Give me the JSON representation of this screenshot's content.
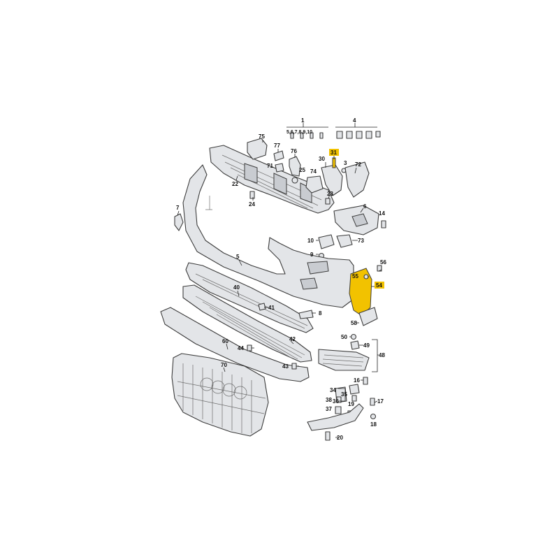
{
  "callouts": [
    {
      "id": "c1",
      "text": "1",
      "highlight": false
    },
    {
      "id": "c1sub",
      "text": "5,6,7,8,9,10",
      "highlight": false
    },
    {
      "id": "c4",
      "text": "4",
      "highlight": false
    },
    {
      "id": "c75",
      "text": "75",
      "highlight": false
    },
    {
      "id": "c77",
      "text": "77",
      "highlight": false
    },
    {
      "id": "c76",
      "text": "76",
      "highlight": false
    },
    {
      "id": "c31",
      "text": "31",
      "highlight": true
    },
    {
      "id": "c30",
      "text": "30",
      "highlight": false
    },
    {
      "id": "c3",
      "text": "3",
      "highlight": false
    },
    {
      "id": "c72",
      "text": "72",
      "highlight": false
    },
    {
      "id": "c71",
      "text": "71",
      "highlight": false
    },
    {
      "id": "c25",
      "text": "25",
      "highlight": false
    },
    {
      "id": "c74",
      "text": "74",
      "highlight": false
    },
    {
      "id": "c22",
      "text": "22",
      "highlight": false
    },
    {
      "id": "c24",
      "text": "24",
      "highlight": false
    },
    {
      "id": "c23",
      "text": "23",
      "highlight": false
    },
    {
      "id": "c6",
      "text": "6",
      "highlight": false
    },
    {
      "id": "c14",
      "text": "14",
      "highlight": false
    },
    {
      "id": "c7",
      "text": "7",
      "highlight": false
    },
    {
      "id": "c10",
      "text": "10",
      "highlight": false
    },
    {
      "id": "c73",
      "text": "73",
      "highlight": false
    },
    {
      "id": "c9",
      "text": "9",
      "highlight": false
    },
    {
      "id": "c5",
      "text": "5",
      "highlight": false
    },
    {
      "id": "c56",
      "text": "56",
      "highlight": false
    },
    {
      "id": "c55",
      "text": "55",
      "highlight": false
    },
    {
      "id": "c54",
      "text": "54",
      "highlight": true
    },
    {
      "id": "c40",
      "text": "40",
      "highlight": false
    },
    {
      "id": "c41",
      "text": "41",
      "highlight": false
    },
    {
      "id": "c8",
      "text": "8",
      "highlight": false
    },
    {
      "id": "c58",
      "text": "58",
      "highlight": false
    },
    {
      "id": "c50",
      "text": "50",
      "highlight": false
    },
    {
      "id": "c49",
      "text": "49",
      "highlight": false
    },
    {
      "id": "c48",
      "text": "48",
      "highlight": false
    },
    {
      "id": "c60",
      "text": "60",
      "highlight": false
    },
    {
      "id": "c42",
      "text": "42",
      "highlight": false
    },
    {
      "id": "c44",
      "text": "44",
      "highlight": false
    },
    {
      "id": "c43",
      "text": "43",
      "highlight": false
    },
    {
      "id": "c70",
      "text": "70",
      "highlight": false
    },
    {
      "id": "c16",
      "text": "16",
      "highlight": false
    },
    {
      "id": "c34",
      "text": "34",
      "highlight": false
    },
    {
      "id": "c35",
      "text": "35",
      "highlight": false
    },
    {
      "id": "c36",
      "text": "36",
      "highlight": false
    },
    {
      "id": "c38",
      "text": "38",
      "highlight": false
    },
    {
      "id": "c37",
      "text": "37",
      "highlight": false
    },
    {
      "id": "c19",
      "text": "19",
      "highlight": false
    },
    {
      "id": "c17",
      "text": "17",
      "highlight": false
    },
    {
      "id": "c18",
      "text": "18",
      "highlight": false
    },
    {
      "id": "c20",
      "text": "20",
      "highlight": false
    }
  ],
  "colors": {
    "highlight": "#f2c200",
    "part_fill": "#e3e5e8",
    "outline": "#3c3c3c"
  }
}
